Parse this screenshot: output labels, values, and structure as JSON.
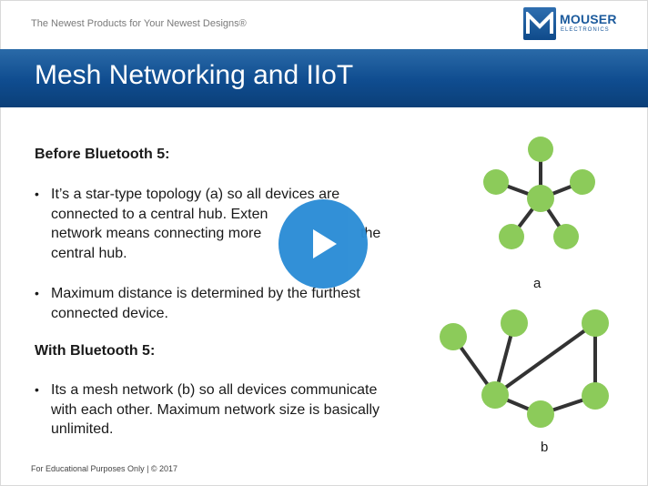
{
  "header": {
    "tagline": "The Newest Products for Your Newest Designs®",
    "logo_name": "MOUSER",
    "logo_sub": "ELECTRONICS"
  },
  "banner": {
    "title": "Mesh Networking and IIoT"
  },
  "content": {
    "section1_heading": "Before Bluetooth 5:",
    "section1_bullets": [
      [
        "It’s a star-type topology (a) so all devices are",
        "connected to a central hub. Exten",
        "network means connecting more",
        "the",
        "central hub."
      ],
      [
        "Maximum distance is determined by the furthest",
        "connected device."
      ]
    ],
    "section2_heading": "With Bluetooth 5:",
    "section2_bullets": [
      [
        "Its a mesh network (b) so all devices communicate",
        "with each other. Maximum network size is basically",
        "unlimited."
      ]
    ],
    "bullet_glyph": "•"
  },
  "diagram": {
    "label_a": "a",
    "label_b": "b",
    "node_color": "#8ccb5a"
  },
  "player": {
    "control": "play-icon",
    "color": "#2c8dd6"
  },
  "footer": {
    "text": "For Educational Purposes Only  |  © 2017"
  }
}
